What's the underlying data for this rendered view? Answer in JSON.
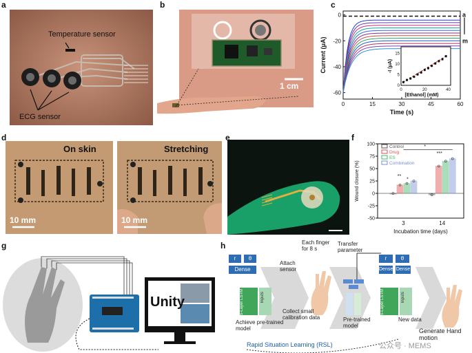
{
  "panels": {
    "a": {
      "label": "a",
      "temperature_sensor": "Temperature sensor",
      "ecg_sensor": "ECG sensor"
    },
    "b": {
      "label": "b",
      "scale": "1 cm"
    },
    "c": {
      "label": "c",
      "chart_data": {
        "type": "line",
        "xlabel": "Time (s)",
        "ylabel": "Current (μA)",
        "xticks": [
          "0",
          "15",
          "30",
          "45",
          "60"
        ],
        "yticks": [
          "0",
          "-20",
          "-40",
          "-60"
        ],
        "xlim": [
          0,
          60
        ],
        "ylim": [
          -65,
          3
        ],
        "series_labels": {
          "first": "a",
          "last": "m"
        },
        "series": [
          {
            "color": "#111111",
            "plateau": -1
          },
          {
            "color": "#1a3fd1",
            "plateau": -4
          },
          {
            "color": "#6b2fb5",
            "plateau": -6
          },
          {
            "color": "#c03070",
            "plateau": -8
          },
          {
            "color": "#19a3a3",
            "plateau": -10
          },
          {
            "color": "#2e6bd6",
            "plateau": -12
          },
          {
            "color": "#8b2b8e",
            "plateau": -14
          },
          {
            "color": "#d14a4a",
            "plateau": -16
          },
          {
            "color": "#2aa86a",
            "plateau": -18
          },
          {
            "color": "#1f55c9",
            "plateau": -20
          },
          {
            "color": "#b03060",
            "plateau": -22
          },
          {
            "color": "#7a3db8",
            "plateau": -24
          },
          {
            "color": "#2b8fd1",
            "plateau": -26
          }
        ],
        "inset": {
          "xlabel": "[Ethanol] (mM)",
          "ylabel": "-I (μA)",
          "xticks": [
            "0",
            "20",
            "40"
          ],
          "yticks": [
            "0",
            "5",
            "10",
            "15"
          ],
          "xlim": [
            0,
            42
          ],
          "ylim": [
            0,
            18
          ],
          "points": [
            [
              2,
              1.5
            ],
            [
              5,
              2.5
            ],
            [
              8,
              3.2
            ],
            [
              11,
              4.0
            ],
            [
              14,
              5.1
            ],
            [
              17,
              6.0
            ],
            [
              20,
              7.2
            ],
            [
              23,
              8.0
            ],
            [
              26,
              9.1
            ],
            [
              29,
              10.2
            ],
            [
              32,
              11.3
            ],
            [
              35,
              12.2
            ],
            [
              38,
              13.6
            ]
          ]
        }
      }
    },
    "d": {
      "label": "d",
      "left_caption": "On skin",
      "right_caption": "Stretching",
      "left_scale": "10 mm",
      "right_scale": "10 mm"
    },
    "e": {
      "label": "e"
    },
    "f": {
      "label": "f",
      "chart_data": {
        "type": "bar",
        "ylabel": "Wound closure (%)",
        "xlabel": "Incubation time (days)",
        "categories": [
          "3",
          "14"
        ],
        "yticks": [
          "100",
          "75",
          "50",
          "25",
          "0",
          "-25",
          "-50"
        ],
        "ylim": [
          -50,
          100
        ],
        "legend": [
          "Control",
          "Drug",
          "ES",
          "Combination"
        ],
        "colors": [
          "#555555",
          "#e05050",
          "#45b86b",
          "#7b8fd4"
        ],
        "series": [
          {
            "name": "Control",
            "values": [
              0,
              -3
            ]
          },
          {
            "name": "Drug",
            "values": [
              17,
              55
            ]
          },
          {
            "name": "ES",
            "values": [
              20,
              65
            ]
          },
          {
            "name": "Combination",
            "values": [
              25,
              70
            ]
          }
        ],
        "annotations": [
          "**",
          "*",
          "***",
          "*"
        ]
      }
    },
    "g": {
      "label": "g",
      "unity_text": "Unity"
    },
    "h": {
      "label": "h",
      "dense": "Dense",
      "r": "r",
      "theta": "θ",
      "lstm": "S-Layer LSTM",
      "inputs": "Inputs",
      "attach_sensor": "Attach sensor",
      "each_finger": "Each finger for 8 s",
      "transfer_parameter": "Transfer parameter",
      "achieve": "Achieve pre-trained model",
      "collect": "Collect small calibration data",
      "pretrained": "Pre-trained model",
      "new_data": "New data",
      "generate": "Generate Hand motion",
      "rsl": "Rapid Situation Learning (RSL)",
      "watermark": "公众号 · MEMS"
    }
  }
}
